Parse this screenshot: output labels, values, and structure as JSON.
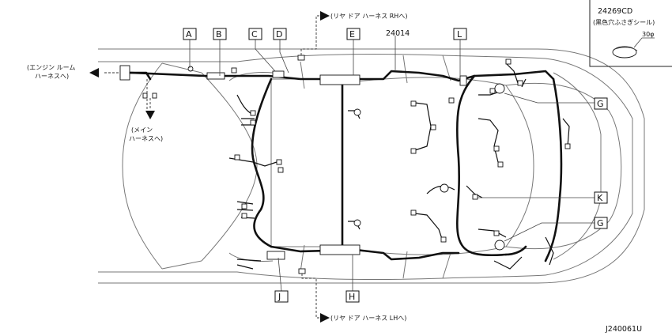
{
  "labels": {
    "A": "A",
    "B": "B",
    "C": "C",
    "D": "D",
    "E": "E",
    "L": "L",
    "G1": "G",
    "G2": "G",
    "K": "K",
    "J": "J",
    "H": "H"
  },
  "part_number": "24014",
  "callouts": {
    "rear_door_rh": "(リヤ ドア ハーネス RHへ)",
    "rear_door_lh": "(リヤ ドア ハーネス LHへ)",
    "engine_room_line1": "(エンジン ルーム",
    "engine_room_line2": "ハーネスへ)",
    "main_line1": "(メイン",
    "main_line2": "ハーネスへ)"
  },
  "inset": {
    "part_number": "24269CD",
    "description": "(黒色穴ふさぎシール)",
    "dimension": "30φ"
  },
  "diagram_code": "J240061U"
}
